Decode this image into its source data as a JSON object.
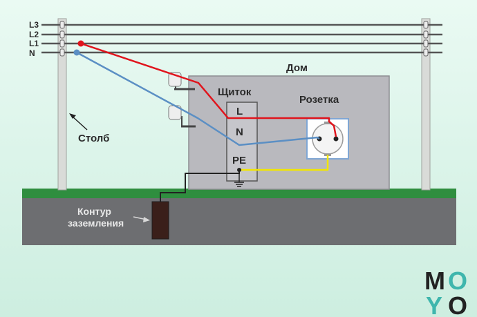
{
  "lines": {
    "l3": "L3",
    "l2": "L2",
    "l1": "L1",
    "n": "N"
  },
  "labels": {
    "house": "Дом",
    "panel": "Щиток",
    "socket": "Розетка",
    "pole": "Столб",
    "ground_loop_line1": "Контур",
    "ground_loop_line2": "заземления"
  },
  "panel_terminals": {
    "l": "L",
    "n": "N",
    "pe": "PE"
  },
  "logo": {
    "letters": [
      "M",
      "O",
      "Y",
      "O"
    ]
  },
  "colors": {
    "phase_wire": "#e0141c",
    "neutral_wire": "#5b8fc4",
    "pe_wire": "#f2e600",
    "ground_wire": "#222222",
    "overhead_line": "#555555",
    "house_fill": "#b9b9be",
    "soil": "#6d6e71",
    "grass": "#2f8e3f",
    "logo_teal": "#3fb6ad",
    "logo_dark": "#222222"
  }
}
